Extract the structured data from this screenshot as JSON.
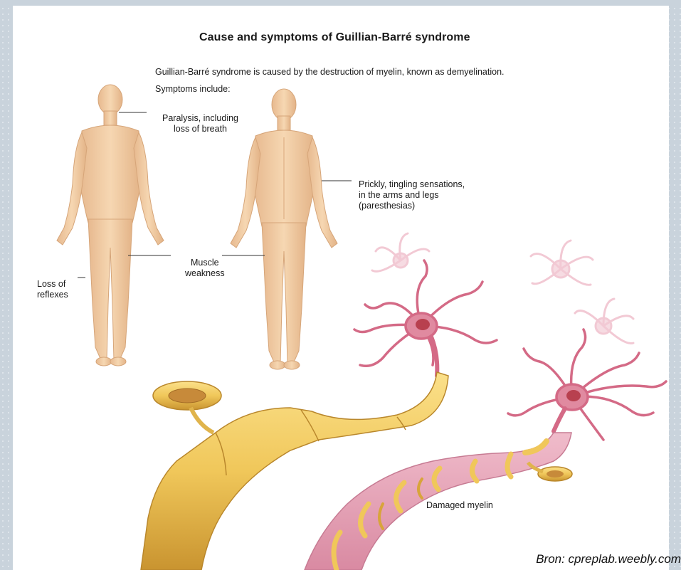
{
  "figure": {
    "title": "Cause and symptoms of Guillian-Barré syndrome",
    "intro": "Guillian-Barré syndrome is caused by the destruction of myelin, known as demyelination.",
    "symptoms_heading": "Symptoms include:",
    "labels": {
      "paralysis": [
        "Paralysis, including",
        "loss of breath"
      ],
      "paresthesia": [
        "Prickly, tingling sensations,",
        "in the arms and legs",
        "(paresthesias)"
      ],
      "muscle": [
        "Muscle",
        "weakness"
      ],
      "reflexes": [
        "Loss of",
        "reflexes"
      ],
      "myelin": "Damaged myelin"
    }
  },
  "source_credit": "Bron: cpreplab.weebly.com",
  "colors": {
    "skin": "#f1cfa6",
    "skin_shadow": "#e0b186",
    "myelin": "#f0c75a",
    "myelin_dark": "#d8a43a",
    "axon": "#e4a2b5",
    "neuron": "#d46a86",
    "nucleus": "#b8404f"
  }
}
